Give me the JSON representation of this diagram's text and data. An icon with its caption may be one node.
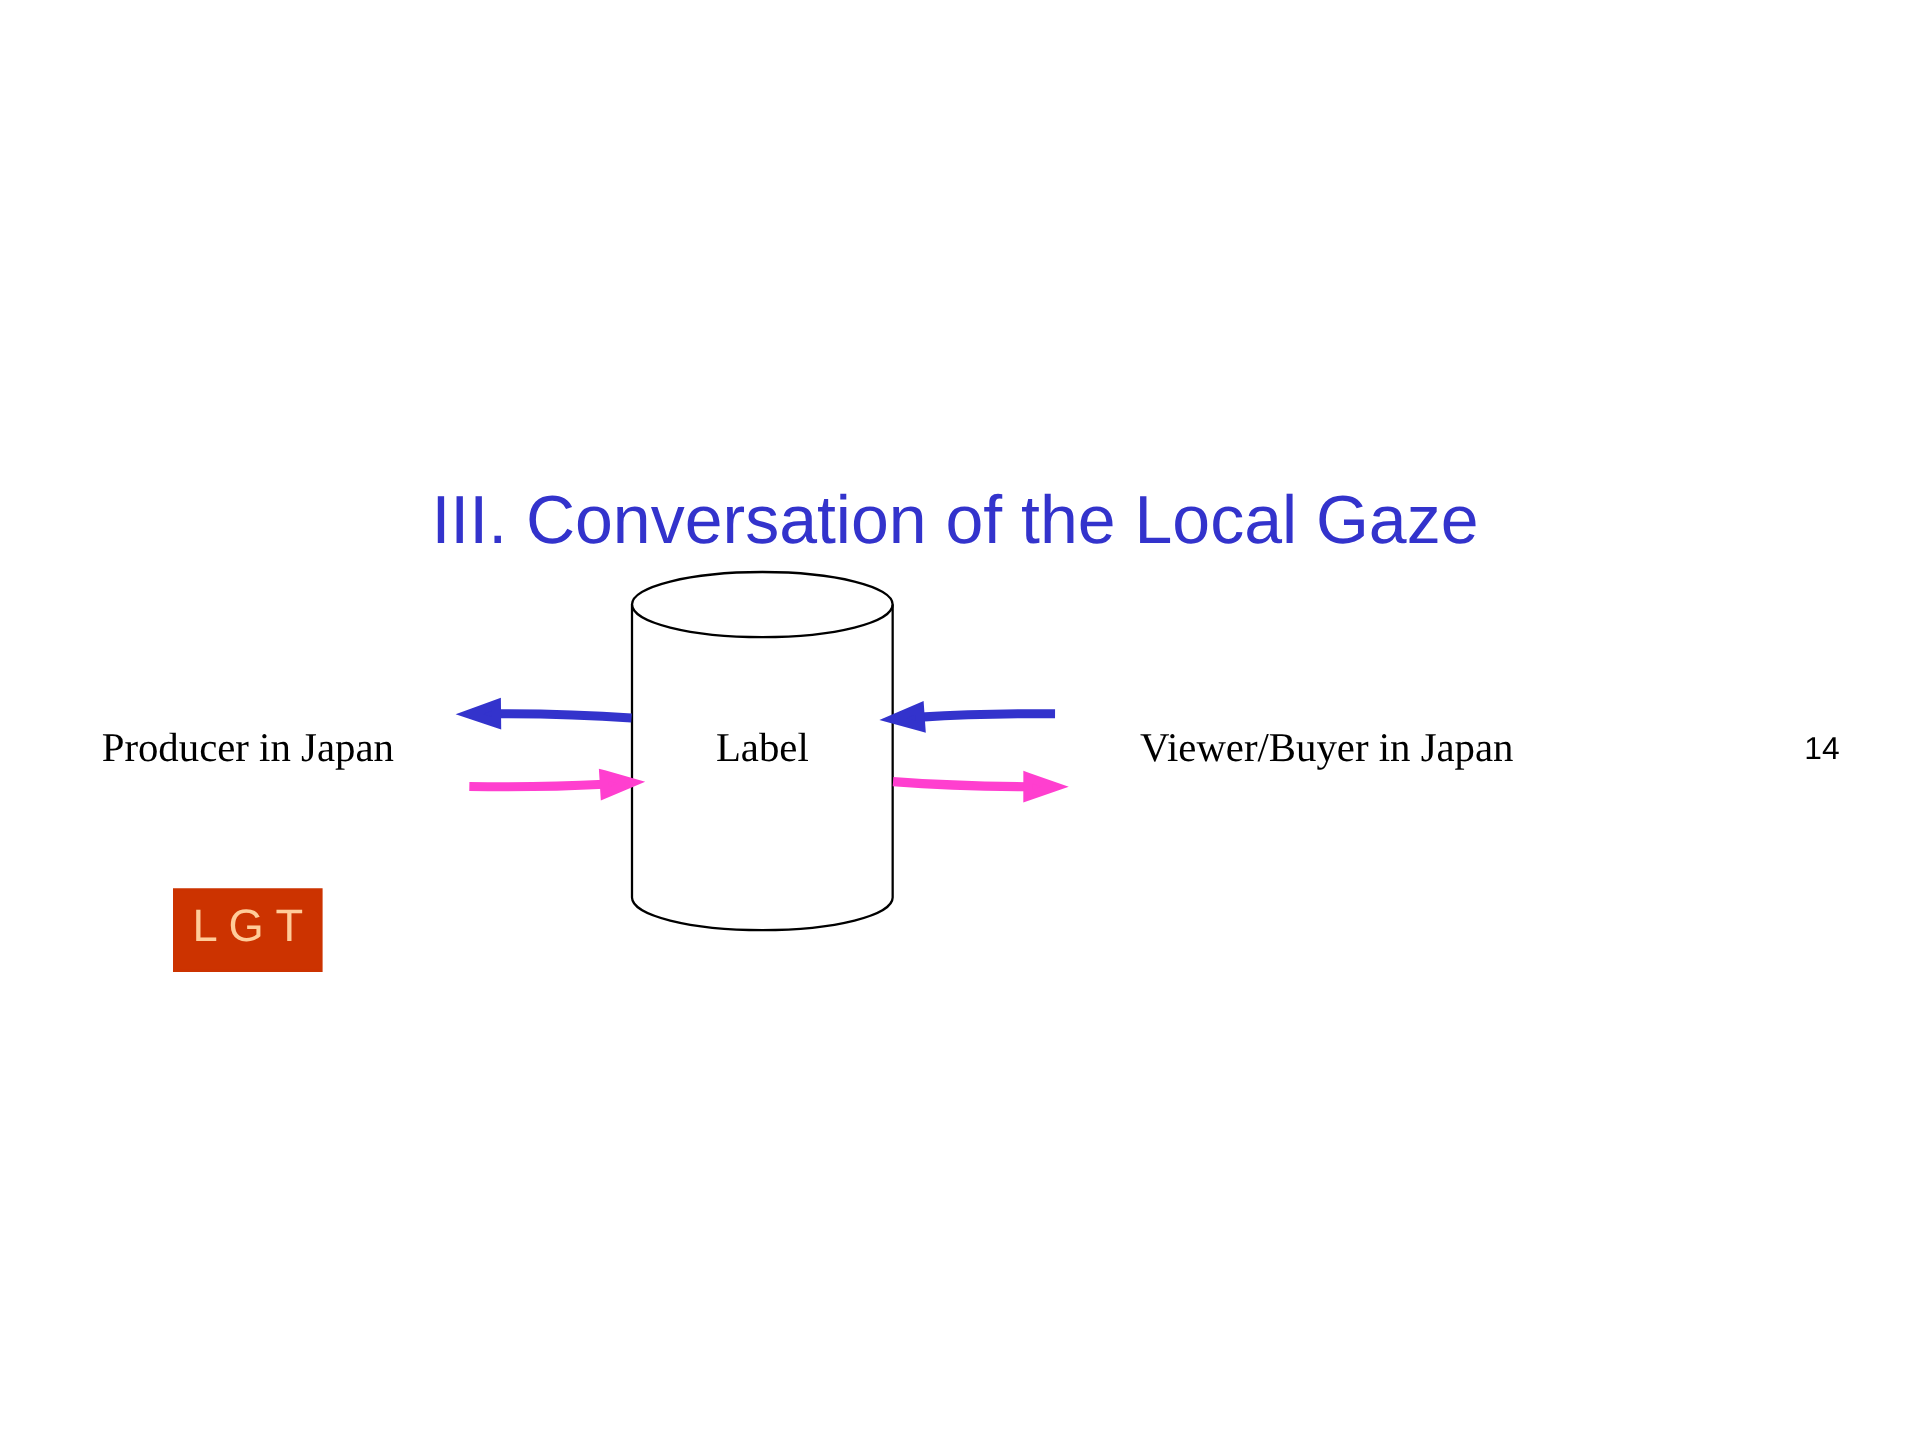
{
  "diagram": {
    "title": "III. Conversation of the Local Gaze",
    "nodes": [
      {
        "text": [
          "L G T"
        ]
      },
      {
        "text": [
          "Producer in Japan"
        ]
      },
      {
        "text": [
          "Label"
        ]
      },
      {
        "text": [
          "Viewer/Buyer in Japan"
        ]
      }
    ],
    "edges": [
      {
        "from": 1,
        "to": 2,
        "arrow": "to",
        "color": "#ff3fcf"
      },
      {
        "from": 2,
        "to": 3,
        "arrow": "to",
        "color": "#ff3fcf"
      },
      {
        "from": 3,
        "to": 2,
        "arrow": "to",
        "color": "#3333cc"
      },
      {
        "from": 2,
        "to": 1,
        "arrow": "to",
        "color": "#3333cc"
      }
    ],
    "labels": [
      "14"
    ]
  }
}
